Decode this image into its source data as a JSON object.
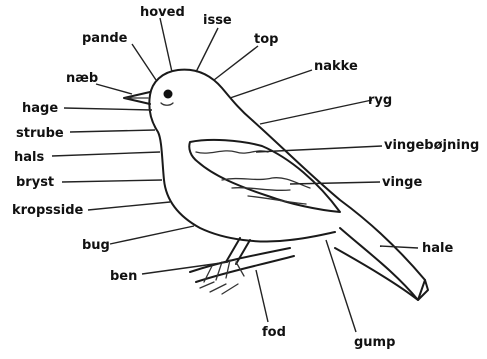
{
  "diagram": {
    "labels": {
      "hoved": "hoved",
      "isse": "isse",
      "pande": "pande",
      "top": "top",
      "nakke": "nakke",
      "naeb": "næb",
      "ryg": "ryg",
      "hage": "hage",
      "strube": "strube",
      "vingebojning": "vingebøjning",
      "hals": "hals",
      "vinge": "vinge",
      "bryst": "bryst",
      "kroppside": "kropsside",
      "hale": "hale",
      "bug": "bug",
      "ben": "ben",
      "fod": "fod",
      "gump": "gump"
    }
  }
}
